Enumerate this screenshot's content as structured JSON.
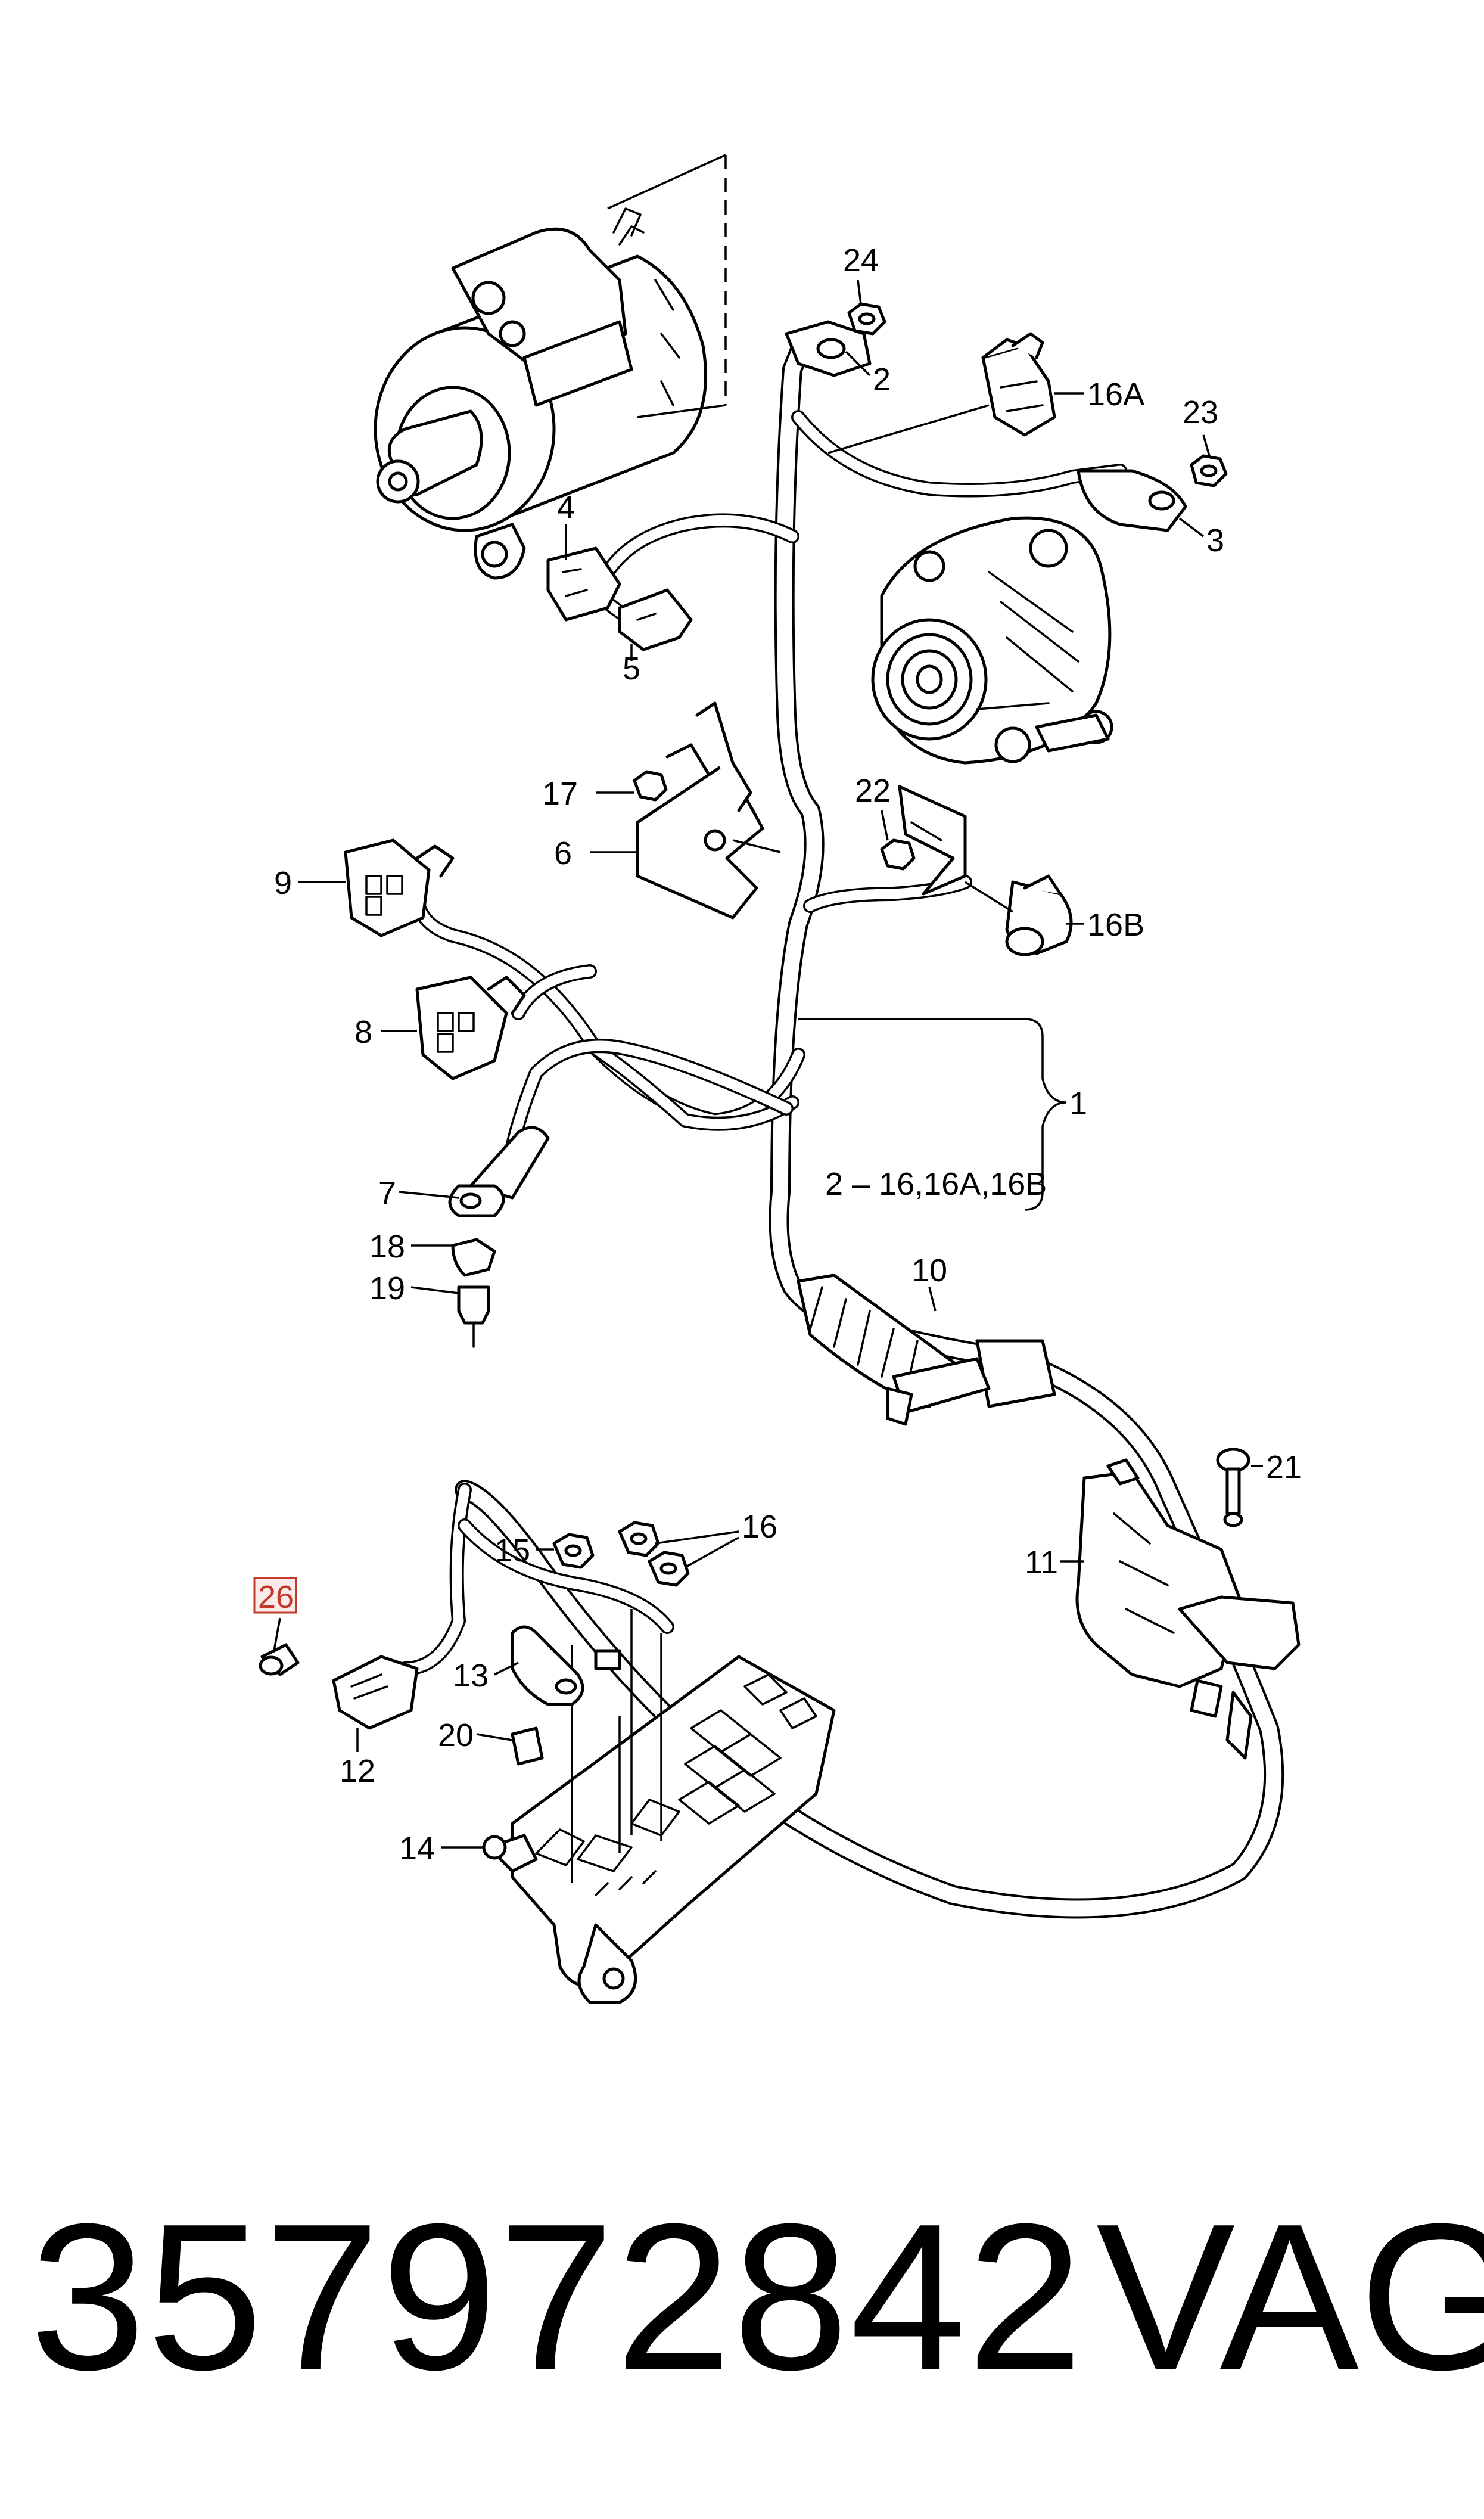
{
  "callouts": {
    "c1": "1",
    "c2": "2",
    "c3": "3",
    "c4": "4",
    "c5": "5",
    "c6": "6",
    "c7": "7",
    "c8": "8",
    "c9": "9",
    "c10": "10",
    "c11": "11",
    "c12": "12",
    "c13": "13",
    "c14": "14",
    "c15": "15",
    "c16": "16",
    "c16a": "16A",
    "c16b": "16B",
    "c17": "17",
    "c18": "18",
    "c19": "19",
    "c20": "20",
    "c21": "21",
    "c22": "22",
    "c23": "23",
    "c24": "24",
    "c26": "26",
    "range": "2 – 16,16A,16B"
  },
  "footer": {
    "part_number": "357972842",
    "brand": "VAG"
  },
  "colors": {
    "highlight": "#c0392b",
    "line": "#000000"
  }
}
